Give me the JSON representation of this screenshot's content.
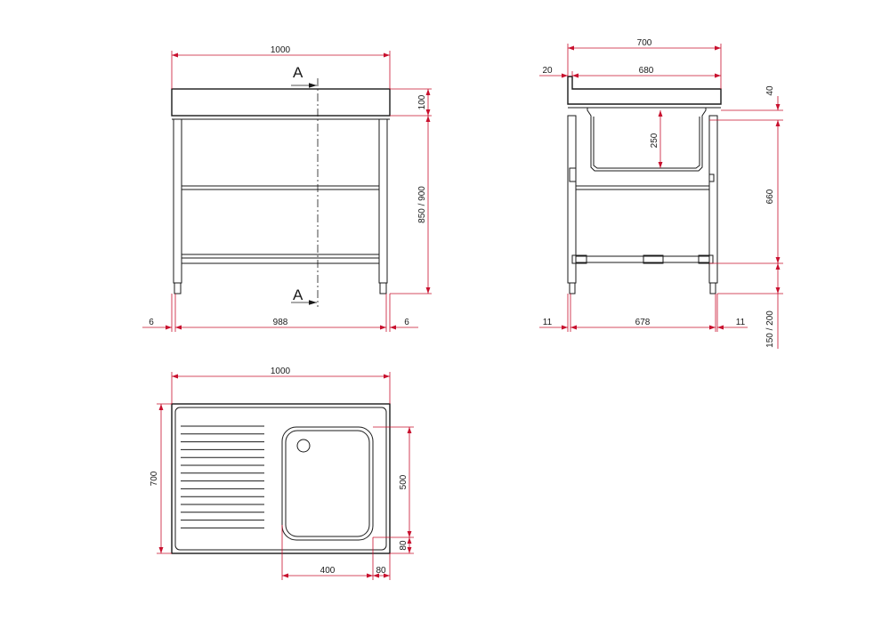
{
  "front_view": {
    "dim_width": "1000",
    "dim_inner": "988",
    "dim_side_left": "6",
    "dim_side_right": "6",
    "dim_top": "100",
    "dim_height": "850 / 900",
    "section_mark_top": "A",
    "section_mark_bottom": "A"
  },
  "side_view": {
    "dim_width": "700",
    "dim_inner": "680",
    "dim_offset": "20",
    "dim_rim": "40",
    "dim_bowl_depth": "250",
    "dim_frame_height": "660",
    "dim_leg_height": "150 / 200",
    "dim_side_left": "11",
    "dim_leg_span": "678",
    "dim_side_right": "11"
  },
  "top_view": {
    "dim_width": "1000",
    "dim_depth": "700",
    "dim_bowl_depth": "500",
    "dim_front_margin": "80",
    "dim_bowl_width": "400",
    "dim_right_margin": "80"
  },
  "colors": {
    "dimension_line": "#c8102e",
    "object_line": "#1a1a1a"
  }
}
